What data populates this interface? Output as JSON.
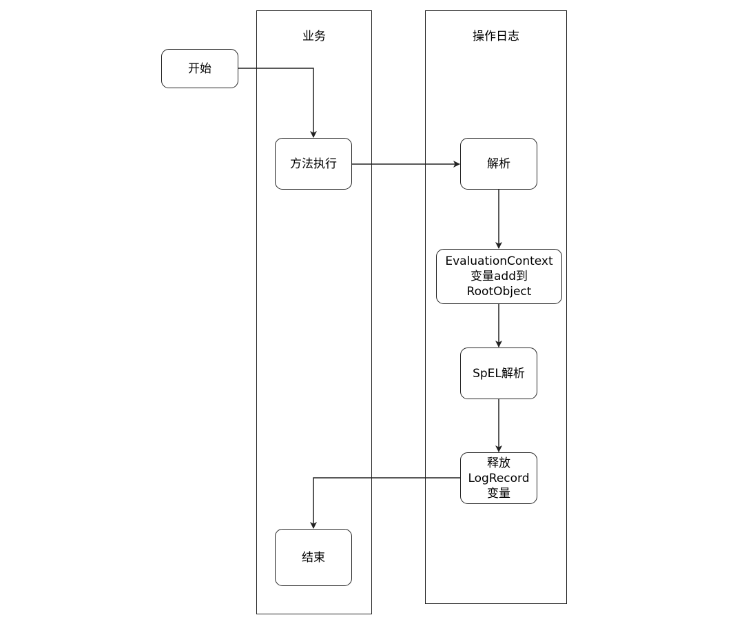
{
  "lanes": {
    "business": {
      "title": "业务"
    },
    "oplog": {
      "title": "操作日志"
    }
  },
  "nodes": {
    "start": {
      "label": "开始"
    },
    "execute": {
      "label": "方法执行"
    },
    "parse": {
      "label": "解析"
    },
    "context": {
      "lines": [
        "EvaluationContext",
        "变量add到",
        "RootObject"
      ]
    },
    "spel": {
      "label": "SpEL解析"
    },
    "release": {
      "lines": [
        "释放",
        "LogRecord",
        "变量"
      ]
    },
    "end": {
      "label": "结束"
    }
  },
  "colors": {
    "stroke": "#222222",
    "background": "#ffffff"
  }
}
